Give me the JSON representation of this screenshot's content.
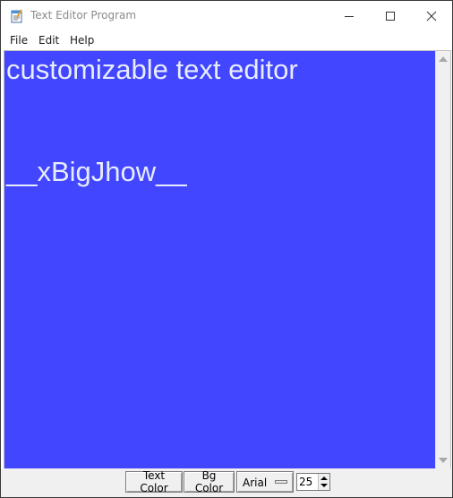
{
  "window": {
    "title": "Text Editor Program",
    "icon": "notepad-icon",
    "controls": [
      "minimize-icon",
      "maximize-icon",
      "close-icon"
    ]
  },
  "menu": {
    "items": [
      {
        "label": "File"
      },
      {
        "label": "Edit"
      },
      {
        "label": "Help"
      }
    ]
  },
  "editor": {
    "content": "customizable text editor\n\n\n__xBigJhow__",
    "text_color": "#e8ecff",
    "background_color": "#4246ff"
  },
  "toolbar": {
    "text_color_label": "Text Color",
    "bg_color_label": "Bg Color",
    "font_family_value": "Arial",
    "font_size_value": "25"
  }
}
